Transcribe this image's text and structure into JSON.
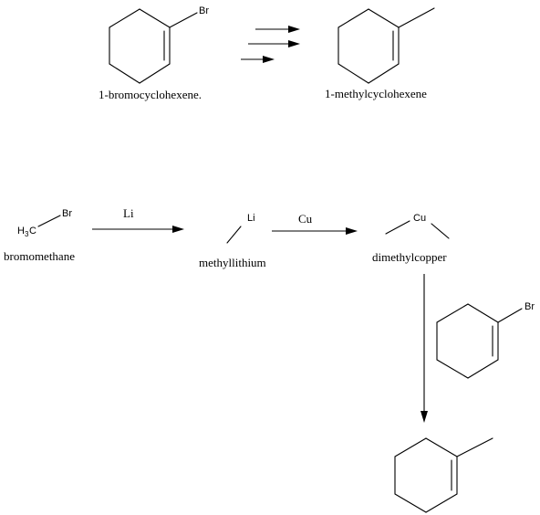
{
  "top_scheme": {
    "reactant": {
      "atom": "Br",
      "name": "1-bromocyclohexene."
    },
    "product": {
      "name": "1-methylcyclohexene"
    }
  },
  "synthesis": {
    "bromomethane": {
      "atom_h": "H",
      "atom_h_sub": "3",
      "atom_c": "C",
      "atom_br": "Br",
      "name": "bromomethane"
    },
    "step1_reagent": "Li",
    "methyllithium": {
      "atom": "Li",
      "name": "methyllithium"
    },
    "step2_reagent": "Cu",
    "dimethylcopper": {
      "atom": "Cu",
      "name": "dimethylcopper"
    },
    "substrate": {
      "atom": "Br"
    }
  }
}
